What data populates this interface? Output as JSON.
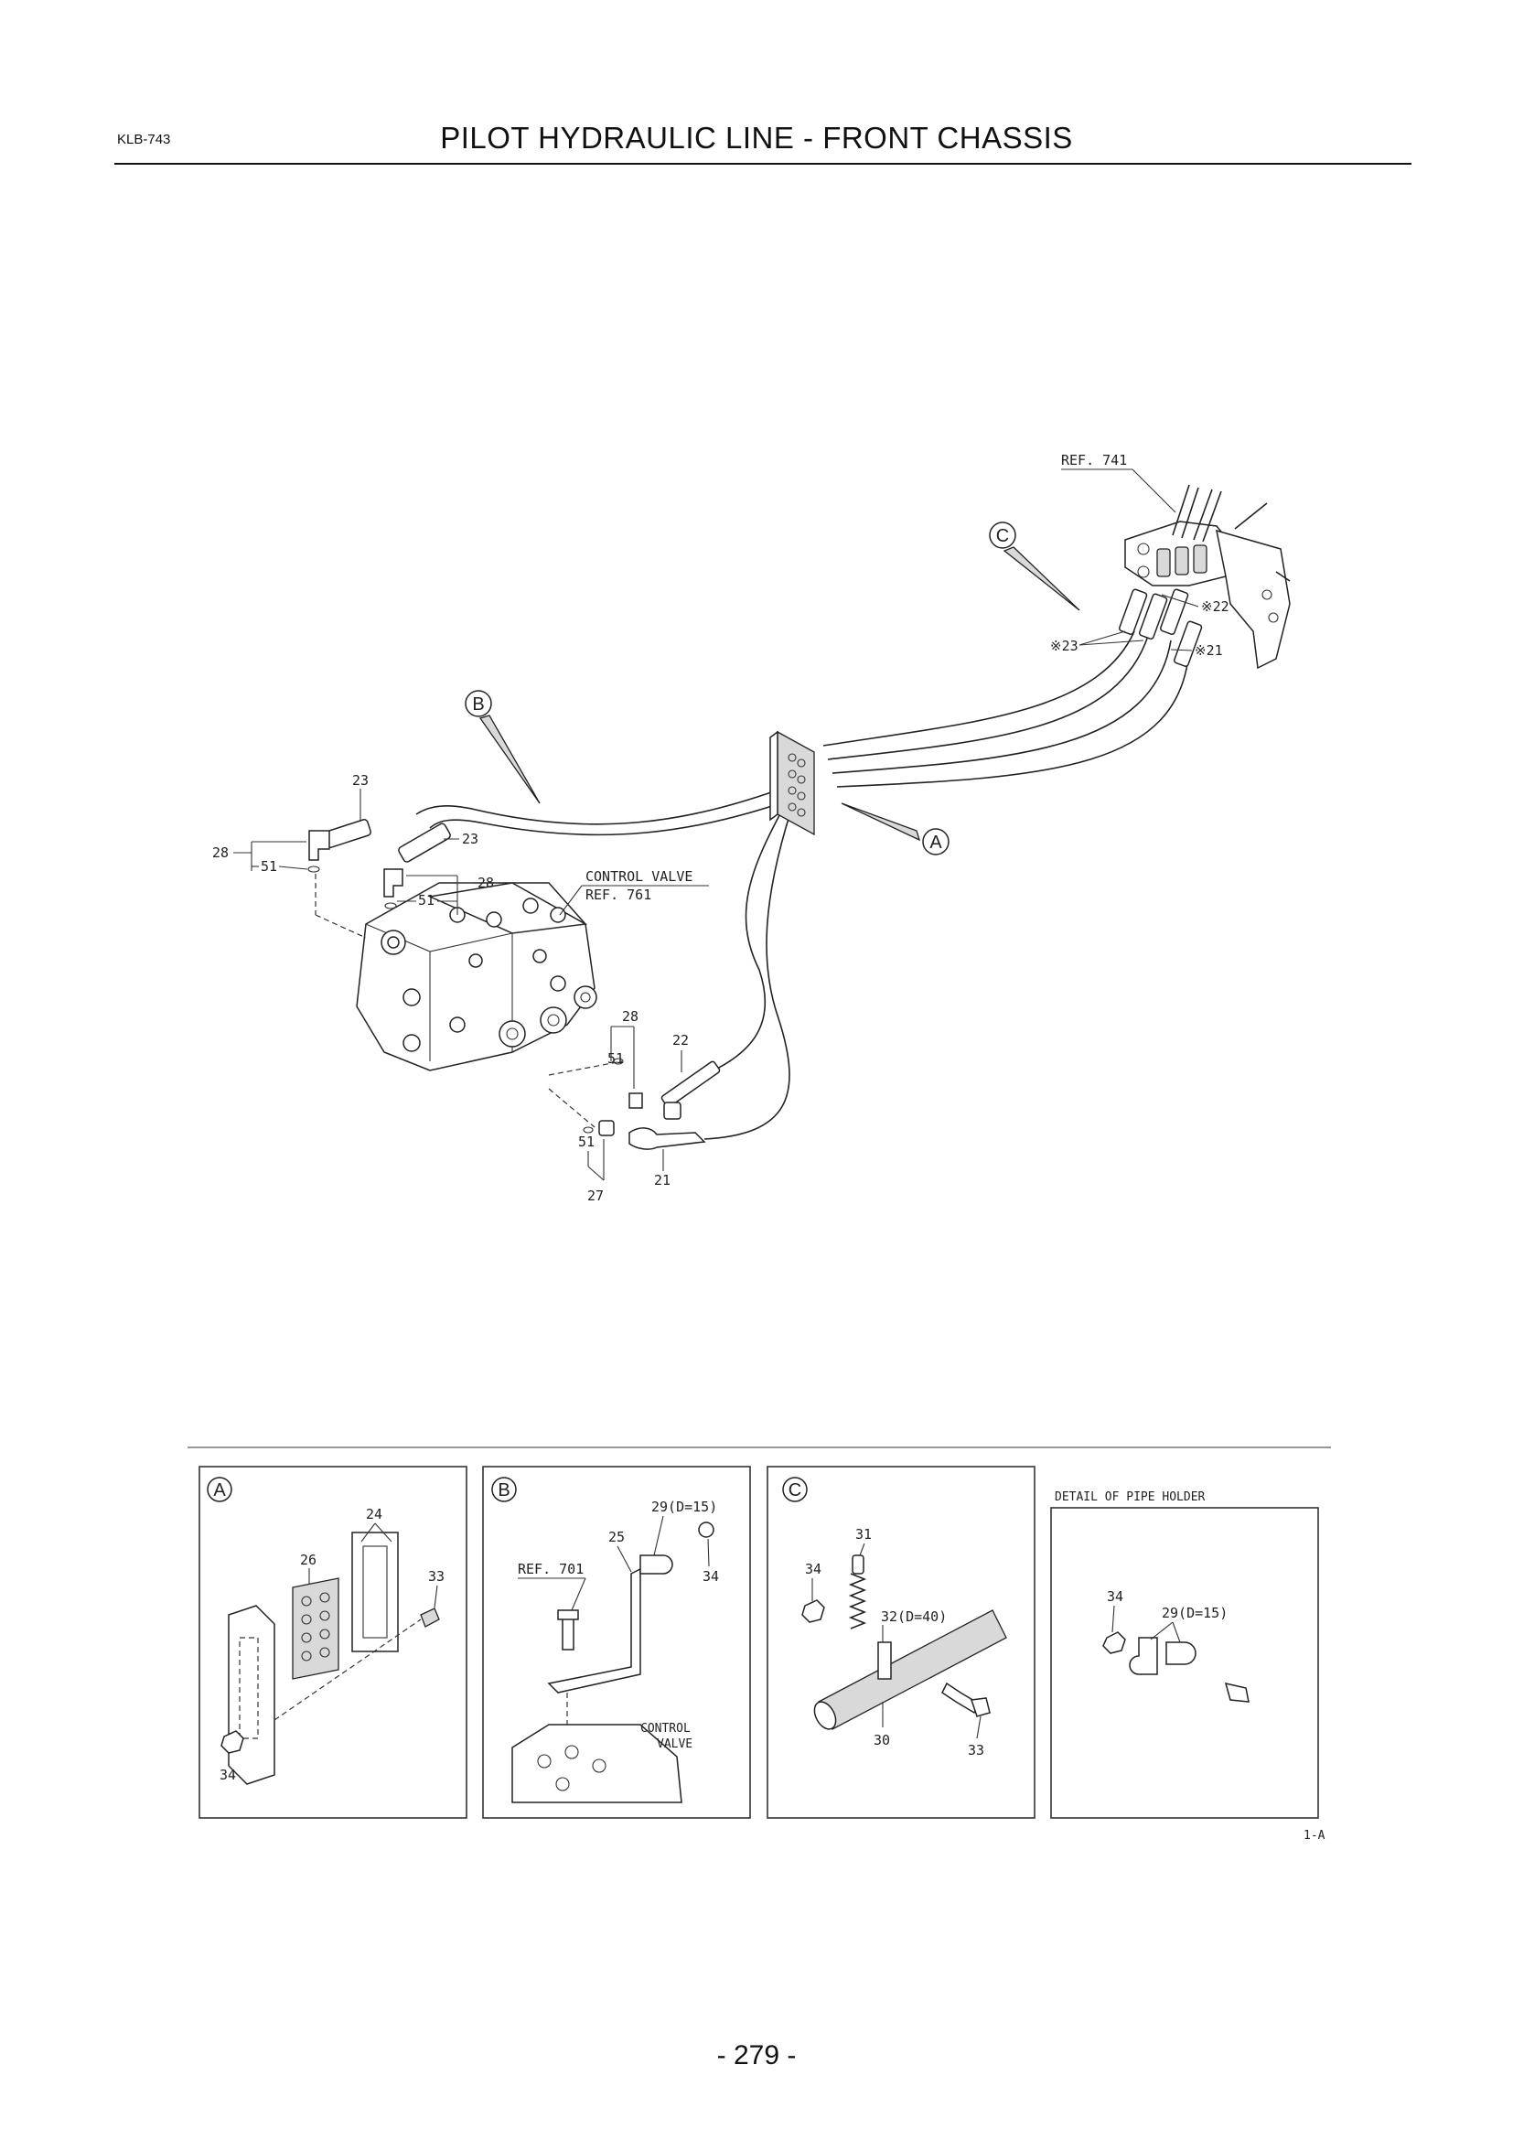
{
  "header": {
    "code": "KLB-743",
    "title": "PILOT HYDRAULIC LINE - FRONT CHASSIS"
  },
  "callouts": {
    "a": "A",
    "b": "B",
    "c": "C"
  },
  "main_labels": {
    "ref741": "REF. 741",
    "ref761": "REF. 761",
    "control_valve": "CONTROL VALVE",
    "p22_star": "※22",
    "p23_star": "※23",
    "p21_star": "※21",
    "p23a": "23",
    "p23b": "23",
    "p28a": "28",
    "p51a": "51",
    "p28b": "28",
    "p51b": "51",
    "p28c": "28",
    "p51c": "51",
    "p22": "22",
    "p51d": "51",
    "p27": "27",
    "p21": "21"
  },
  "detail_a": {
    "p24": "24",
    "p26": "26",
    "p33": "33",
    "p34": "34"
  },
  "detail_b": {
    "p29": "29(D=15)",
    "p25": "25",
    "ref701": "REF. 701",
    "p34": "34",
    "control": "CONTROL",
    "valve": "VALVE"
  },
  "detail_c": {
    "p31": "31",
    "p34": "34",
    "p32": "32(D=40)",
    "p30": "30",
    "p33": "33"
  },
  "detail_holder": {
    "title": "DETAIL OF PIPE HOLDER",
    "p34": "34",
    "p29": "29(D=15)"
  },
  "figure_code": "1-A",
  "page_number": "- 279 -"
}
